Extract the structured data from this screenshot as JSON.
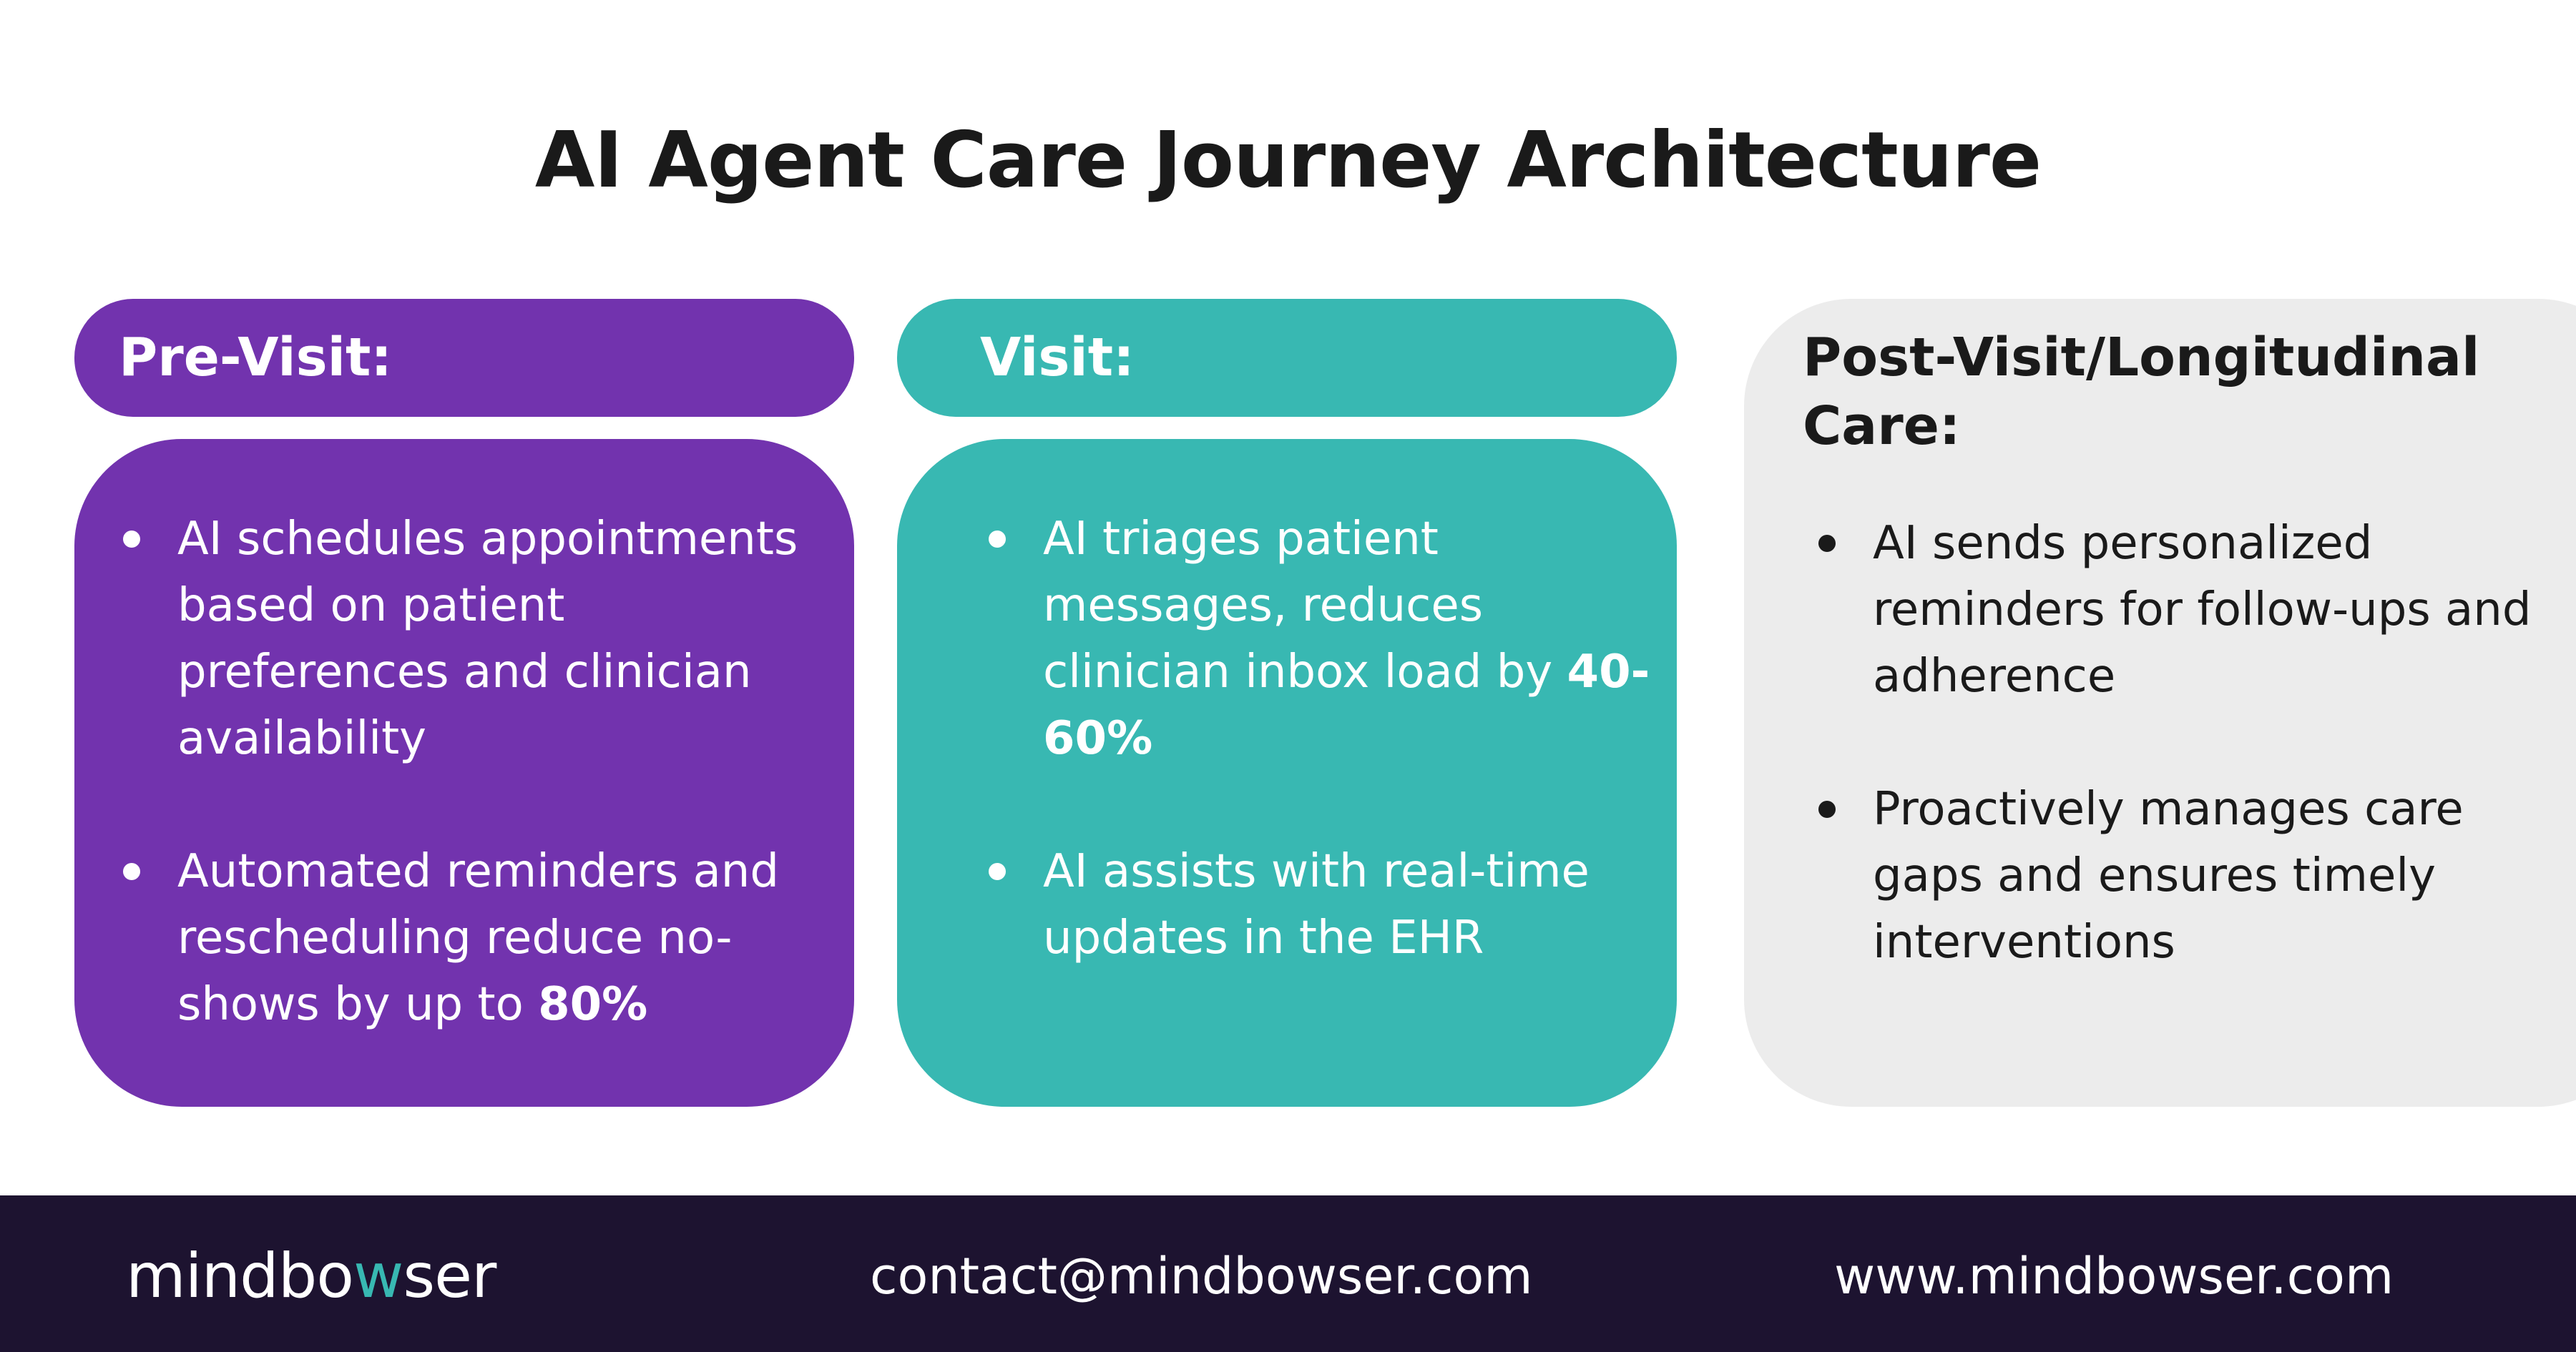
{
  "title": "AI Agent Care Journey Architecture",
  "colors": {
    "pre_visit": "#7233ae",
    "visit": "#38b8b2",
    "post_visit_bg": "#ececec",
    "footer_bg": "#1d1330",
    "text_dark": "#1a1a1a"
  },
  "pre_visit": {
    "header": "Pre-Visit:",
    "bullets": [
      {
        "text": "AI schedules appointments based on patient preferences and clinician availability",
        "bold": ""
      },
      {
        "text": "Automated reminders and rescheduling reduce no-shows by up to ",
        "bold": "80%"
      }
    ]
  },
  "visit": {
    "header": "Visit:",
    "bullets": [
      {
        "text": "AI triages patient messages, reduces clinician inbox load by ",
        "bold": "40-60%"
      },
      {
        "text": "AI assists with real-time updates in the EHR",
        "bold": ""
      }
    ]
  },
  "post_visit": {
    "header": "Post-Visit/Longitudinal Care:",
    "bullets": [
      {
        "text": "AI sends personalized reminders for follow-ups and adherence",
        "bold": ""
      },
      {
        "text": "Proactively manages care gaps and ensures timely interventions",
        "bold": ""
      }
    ]
  },
  "footer": {
    "logo_part1": "mindbo",
    "logo_accent": "w",
    "logo_part2": "ser",
    "contact": "contact@mindbowser.com",
    "website": "www.mindbowser.com"
  }
}
